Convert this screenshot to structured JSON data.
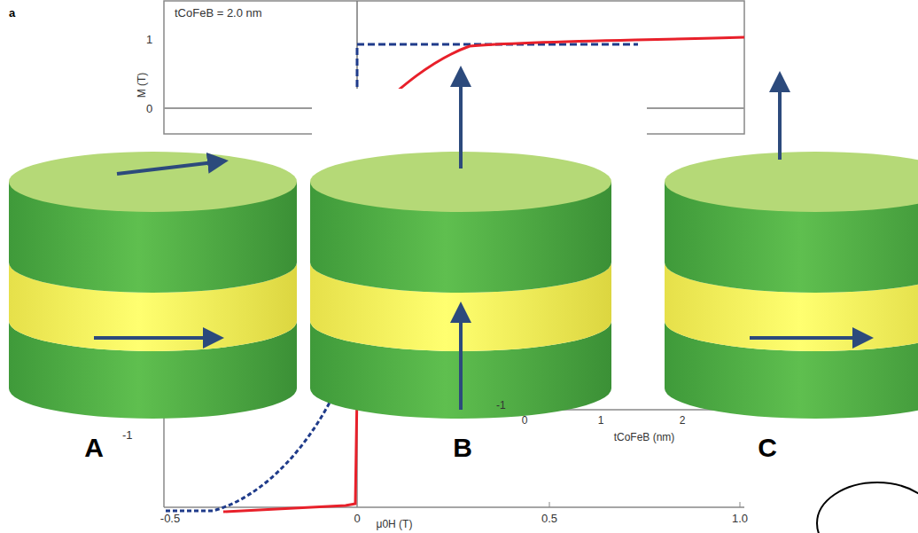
{
  "diagram": {
    "labels": [
      "a",
      "tCoFeB = 2.0 nm",
      "1",
      "0",
      "M (T)",
      "-1",
      "-0.5",
      "0",
      "0.5",
      "1.0",
      "μ0H (T)",
      "-1",
      "0",
      "1",
      "2",
      "tCoFeB (nm)",
      "A",
      "B",
      "C"
    ]
  }
}
